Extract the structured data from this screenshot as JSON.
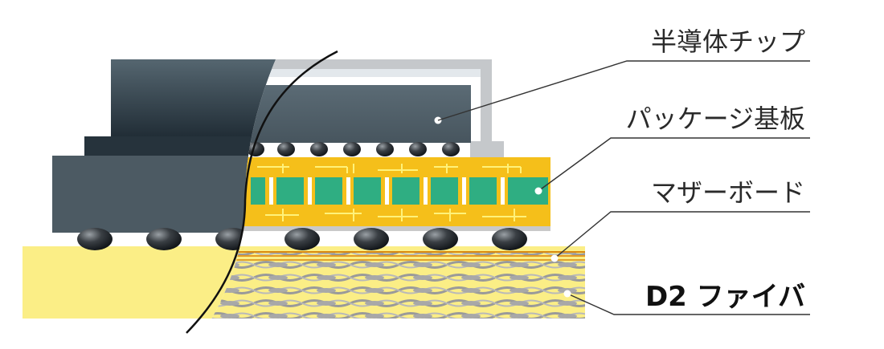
{
  "labels": {
    "chip": "半導体チップ",
    "package": "パッケージ基板",
    "motherboard": "マザーボード",
    "fiber": "D2 ファイバ"
  },
  "colors": {
    "chip_dark": "#2f3d47",
    "chip_mid": "#4e5e68",
    "substrate_yellow": "#f5bf1a",
    "via_green": "#2fae82",
    "board_yellow": "#fbee86",
    "board_lines": "#d8890f",
    "fiber_grey": "#9a9a9a",
    "frame_grey": "#c5c8cb",
    "leader": "#333333"
  }
}
